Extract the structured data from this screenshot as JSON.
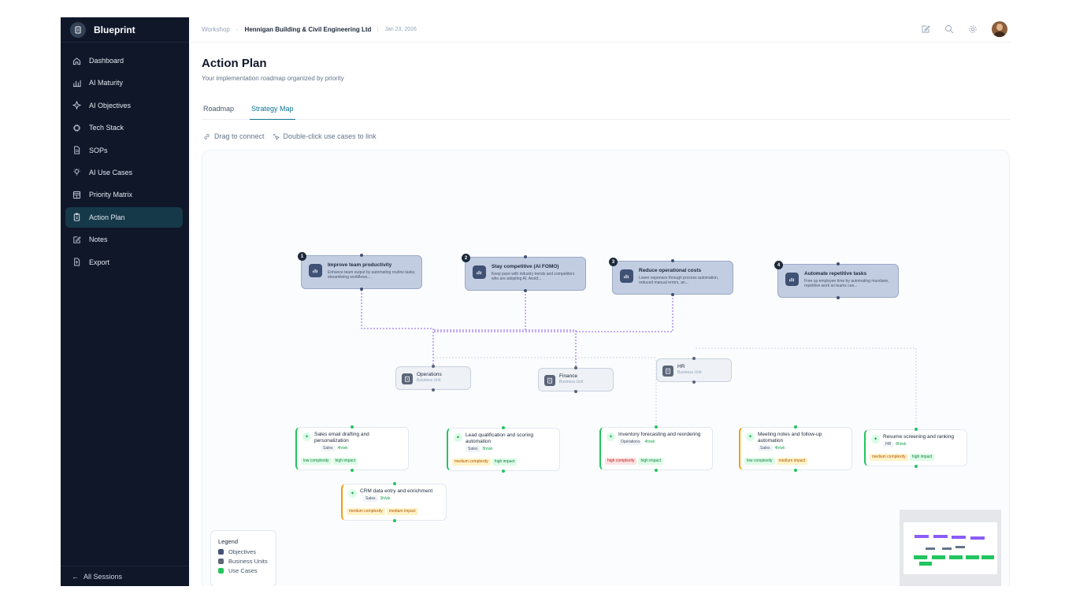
{
  "app": {
    "name": "Blueprint"
  },
  "sidebar": {
    "items": [
      {
        "label": "Dashboard",
        "icon": "home-icon"
      },
      {
        "label": "AI Maturity",
        "icon": "bar-chart-icon"
      },
      {
        "label": "AI Objectives",
        "icon": "sparkle-icon"
      },
      {
        "label": "Tech Stack",
        "icon": "chip-icon"
      },
      {
        "label": "SOPs",
        "icon": "document-icon"
      },
      {
        "label": "AI Use Cases",
        "icon": "lightbulb-icon"
      },
      {
        "label": "Priority Matrix",
        "icon": "grid-icon"
      },
      {
        "label": "Action Plan",
        "icon": "clipboard-icon",
        "active": true
      },
      {
        "label": "Notes",
        "icon": "pencil-icon"
      },
      {
        "label": "Export",
        "icon": "export-icon"
      }
    ],
    "footer": "All Sessions"
  },
  "header": {
    "crumb_root": "Workshop",
    "crumb_company": "Hennigan Building & Civil Engineering Ltd",
    "date": "Jan 23, 2026"
  },
  "page": {
    "title": "Action Plan",
    "subtitle": "Your implementation roadmap organized by priority",
    "tabs": [
      "Roadmap",
      "Strategy Map"
    ],
    "active_tab": "Strategy Map",
    "hint_drag": "Drag to connect",
    "hint_dblclick": "Double-click use cases to link"
  },
  "objectives": [
    {
      "num": "1",
      "title": "Improve team productivity",
      "desc": "Enhance team output by automating routine tasks, streamlining workflows,..."
    },
    {
      "num": "2",
      "title": "Stay competitive (AI FOMO)",
      "desc": "Keep pace with industry trends and competitors who are adopting AI. Avoid..."
    },
    {
      "num": "3",
      "title": "Reduce operational costs",
      "desc": "Lower expenses through process automation, reduced manual errors, an..."
    },
    {
      "num": "4",
      "title": "Automate repetitive tasks",
      "desc": "Free up employee time by automating mundane, repetitive work so teams can..."
    }
  ],
  "business_units": [
    {
      "name": "Operations",
      "sub": "Business Unit"
    },
    {
      "name": "Finance",
      "sub": "Business Unit"
    },
    {
      "name": "HR",
      "sub": "Business Unit"
    }
  ],
  "use_cases": [
    {
      "title": "Sales email drafting and personalization",
      "unit": "Sales",
      "time": "4h/wk",
      "complexity": "low complexity",
      "impact": "high impact",
      "complexity_color": "green",
      "impact_color": "green",
      "accent": "green"
    },
    {
      "title": "Lead qualification and scoring automation",
      "unit": "Sales",
      "time": "5h/wk",
      "complexity": "medium complexity",
      "impact": "high impact",
      "complexity_color": "yellow",
      "impact_color": "green",
      "accent": "green"
    },
    {
      "title": "Inventory forecasting and reordering",
      "unit": "Operations",
      "time": "4h/wk",
      "complexity": "high complexity",
      "impact": "high impact",
      "complexity_color": "red",
      "impact_color": "green",
      "accent": "green"
    },
    {
      "title": "Meeting notes and follow-up automation",
      "unit": "Sales",
      "time": "4h/wk",
      "complexity": "low complexity",
      "impact": "medium impact",
      "complexity_color": "green",
      "impact_color": "yellow",
      "accent": "orange"
    },
    {
      "title": "Resume screening and ranking",
      "unit": "HR",
      "time": "8h/wk",
      "complexity": "medium complexity",
      "impact": "high impact",
      "complexity_color": "yellow",
      "impact_color": "green",
      "accent": "green"
    },
    {
      "title": "CRM data entry and enrichment",
      "unit": "Sales",
      "time": "3h/wk",
      "complexity": "medium complexity",
      "impact": "medium impact",
      "complexity_color": "yellow",
      "impact_color": "yellow",
      "accent": "orange"
    }
  ],
  "legend": {
    "title": "Legend",
    "items": [
      {
        "label": "Objectives",
        "color": "#3f5174"
      },
      {
        "label": "Business Units",
        "color": "#5b6578"
      },
      {
        "label": "Use Cases",
        "color": "#22c55e"
      }
    ]
  }
}
